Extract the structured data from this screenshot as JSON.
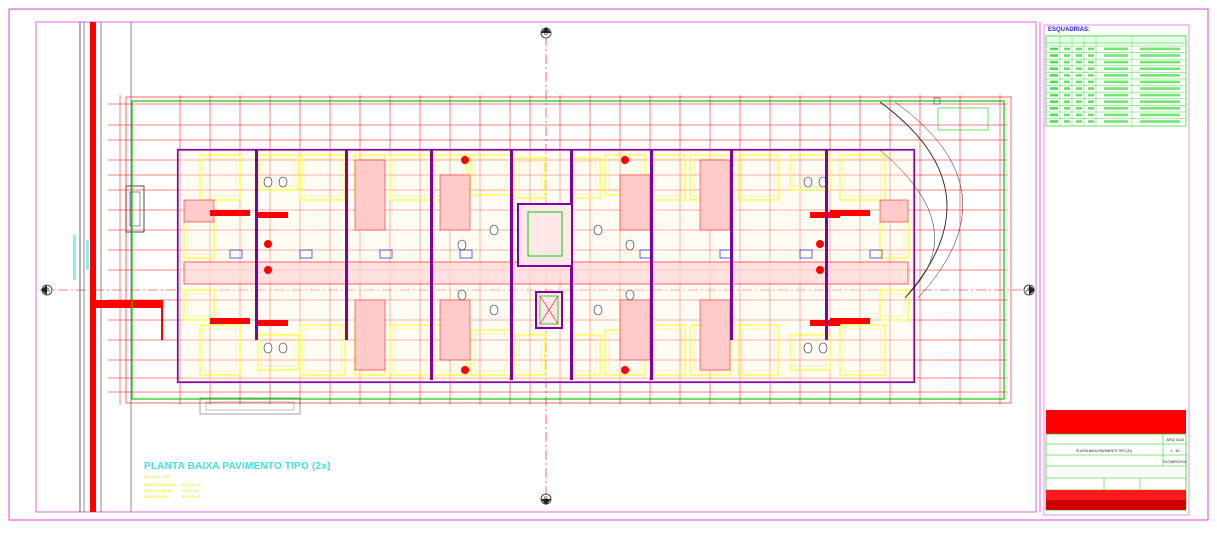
{
  "plan": {
    "title": "PLANTA BAIXA PAVIMENTO TIPO (2x)",
    "scale": "ESCALA: 1/50",
    "areas": [
      {
        "label": "ÁREA PRIVATIVA:",
        "value": "618,12 m2"
      },
      {
        "label": "ÁREA COMUM:",
        "value": "28,97 m2"
      },
      {
        "label": "ÁREA TOTAL:",
        "value": "645,11 m2"
      }
    ]
  },
  "section_marks": {
    "top": "B",
    "bottom": "B",
    "left": "A",
    "right": "A"
  },
  "legend": {
    "title": "ESQUADRIAS:"
  },
  "title_block": {
    "sheet_title": "PLANTA BAIXA PAVIMENTO TIPO (2x)",
    "sheet_number": "ARQ 01/8",
    "sheet_scale": "1 : 50",
    "sheet_date": "OUTUBRO/2012"
  },
  "colors": {
    "magenta": "#e040e0",
    "red": "#ff0000",
    "green": "#00d000",
    "yellow": "#ffff00",
    "cyan": "#40e0e0",
    "purple": "#8000a0",
    "blue": "#2020e0",
    "black": "#202020"
  }
}
